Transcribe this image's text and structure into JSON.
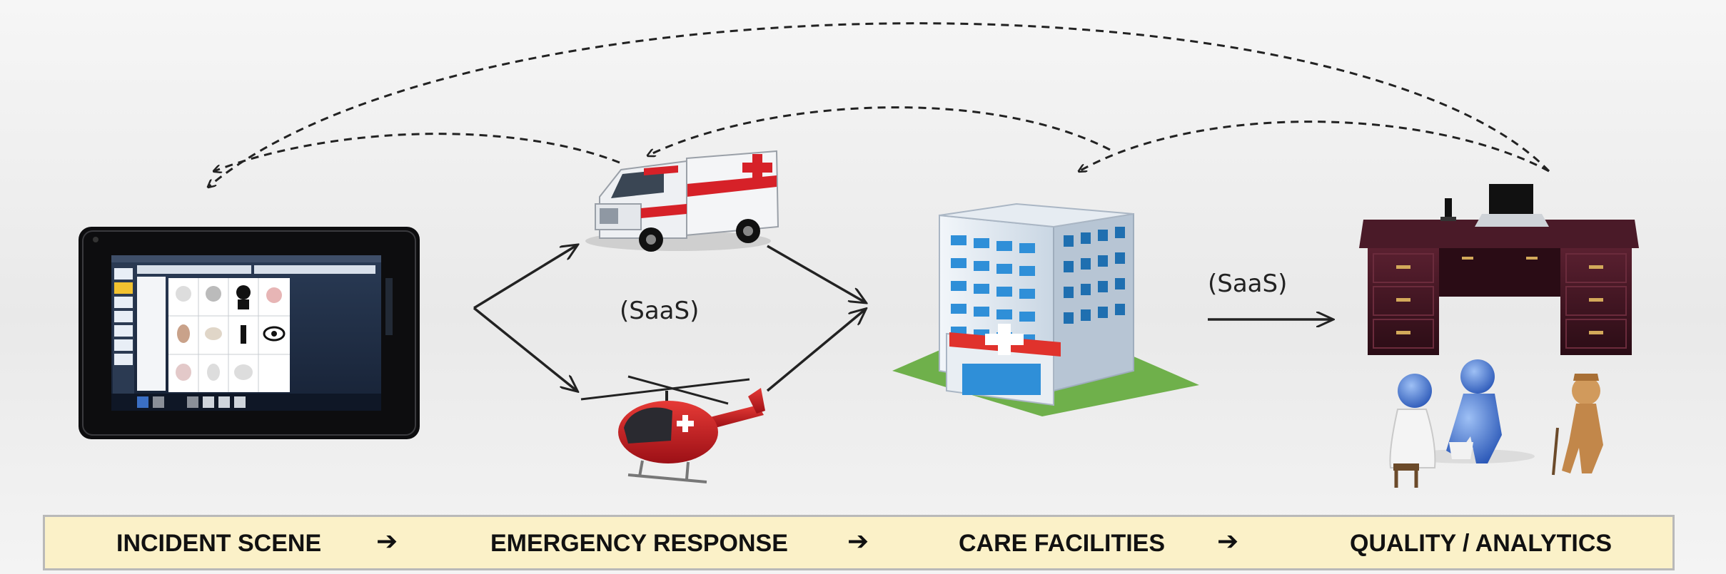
{
  "colors": {
    "stage_bar_bg": "#fbf1c8",
    "stage_bar_border": "#b9b9b9",
    "arrow": "#222222",
    "ambulance_stripe": "#d62128",
    "helicopter": "#c81e22",
    "hospital_glass": "#2f8fd8",
    "desk": "#3a1420",
    "figures_blue": "#3d6fd1",
    "figure_tan": "#c2874a"
  },
  "icons": {
    "tablet": "tablet-device-icon",
    "ambulance": "ambulance-icon",
    "helicopter": "helicopter-icon",
    "hospital": "hospital-building-icon",
    "desk": "office-desk-icon",
    "figures": "patient-care-figures-icon"
  },
  "labels": {
    "saas_left": "(SaaS)",
    "saas_right": "(SaaS)"
  },
  "stages": [
    {
      "label": "INCIDENT SCENE",
      "arrow": "➔"
    },
    {
      "label": "EMERGENCY RESPONSE",
      "arrow": "➔"
    },
    {
      "label": "CARE FACILITIES",
      "arrow": "➔"
    },
    {
      "label": "QUALITY / ANALYTICS"
    }
  ]
}
